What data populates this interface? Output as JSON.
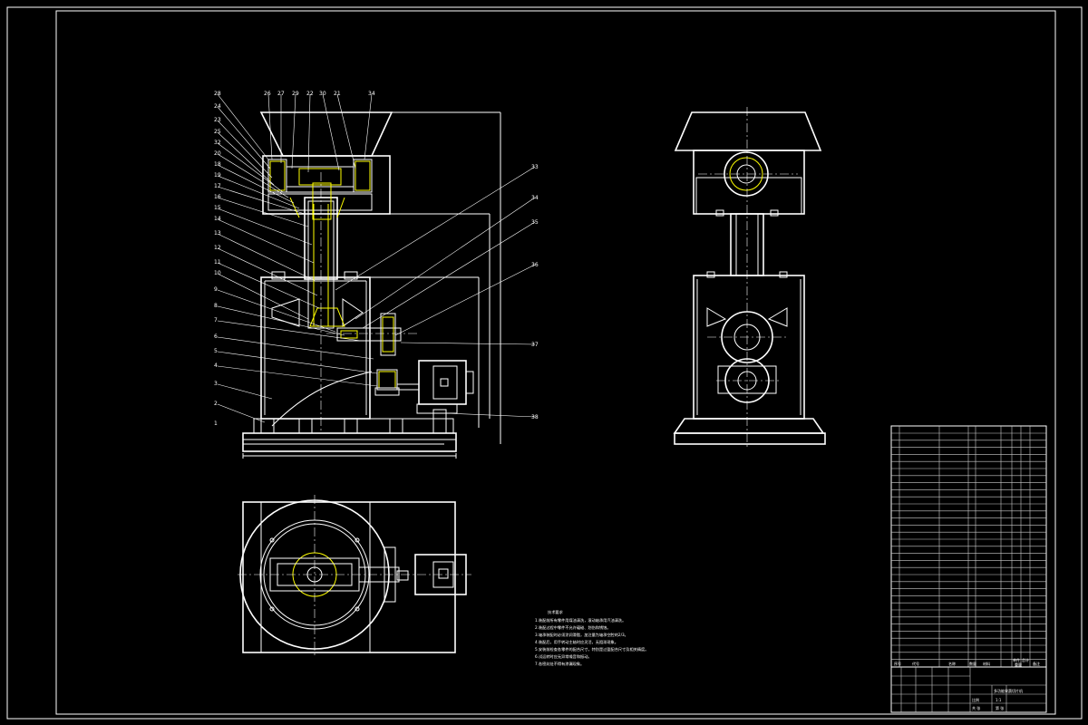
{
  "drawing": {
    "callouts_front": [
      "28",
      "26",
      "27",
      "29",
      "22",
      "30",
      "21",
      "34",
      "24",
      "23",
      "25",
      "32",
      "20",
      "18",
      "19",
      "17",
      "16",
      "15",
      "14",
      "13",
      "12",
      "11",
      "10",
      "9",
      "8",
      "7",
      "6",
      "5",
      "4",
      "3",
      "2",
      "1"
    ],
    "callouts_right": [
      "33",
      "34",
      "35",
      "36",
      "37",
      "38"
    ],
    "tech_requirements": [
      "技术要求",
      "1.装配前所有零件用煤油清洗，滚动轴承用汽油清洗。",
      "2.装配过程中零件不允许磕碰、划伤和锈蚀。",
      "3.轴承装配时必须涂润滑脂，加注量为轴承空腔的2/3。",
      "4.装配后，用手转动主轴时应灵活，无阻滞现象。",
      "5.安装前检查各零件的配合尺寸，特别是过盈配合尺寸及相关精度。",
      "6.试运转时应无异常噪音和振动。",
      "7.各密封处不得有渗漏现象。"
    ],
    "title_block": {
      "drawing_title": "多功能果蔬切片机",
      "header_cells": [
        "序号",
        "代号",
        "名称",
        "数量",
        "材料",
        "单件",
        "总计",
        "重量",
        "备注"
      ],
      "sheet_info": [
        "比例",
        "1:1",
        "共 张",
        "第 张"
      ]
    }
  }
}
